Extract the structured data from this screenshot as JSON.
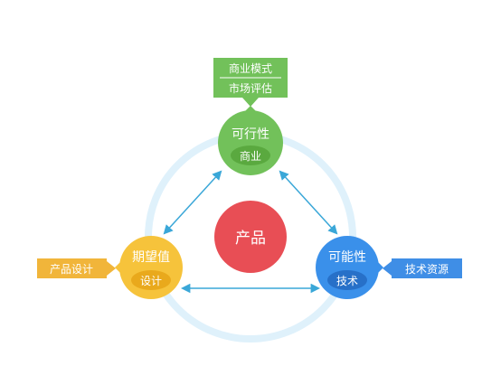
{
  "colors": {
    "ring": "#dff1fb",
    "arrow": "#3aa7d8",
    "green": "#72c15a",
    "green_inner": "#5aa93f",
    "yellow": "#f6c33b",
    "yellow_inner": "#e9a91c",
    "blue": "#3a90ea",
    "blue_inner": "#2770c8",
    "red": "#e84e55",
    "label_green": "#72c15a",
    "label_yellow": "#f1b53a",
    "label_blue": "#3f8ee6"
  },
  "center": {
    "label": "产品"
  },
  "nodes": {
    "feasibility": {
      "title": "可行性",
      "sub": "商业"
    },
    "expectation": {
      "title": "期望值",
      "sub": "设计"
    },
    "possibility": {
      "title": "可能性",
      "sub": "技术"
    }
  },
  "tags": {
    "top": {
      "line1": "商业模式",
      "line2": "市场评估"
    },
    "left": {
      "text": "产品设计"
    },
    "right": {
      "text": "技术资源"
    }
  }
}
